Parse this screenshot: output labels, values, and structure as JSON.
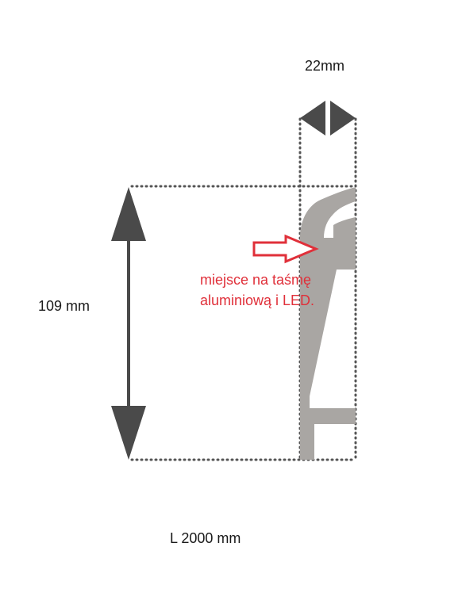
{
  "dimensions": {
    "width_label": "22mm",
    "height_label": "109 mm",
    "length_label": "L  2000 mm"
  },
  "annotation": {
    "line1": "miejsce na taśmę",
    "line2": "aluminiową i LED."
  },
  "colors": {
    "profile": "#a9a6a3",
    "arrow": "#4a4a4a",
    "dots": "#555555",
    "annotation_text": "#e0303a",
    "annotation_arrow": "#e0303a",
    "label_text": "#1a1a1a"
  },
  "icons": {
    "width_arrow": "double-arrow-horizontal-icon",
    "height_arrow": "double-arrow-vertical-icon",
    "pointer": "outline-arrow-right-icon"
  }
}
